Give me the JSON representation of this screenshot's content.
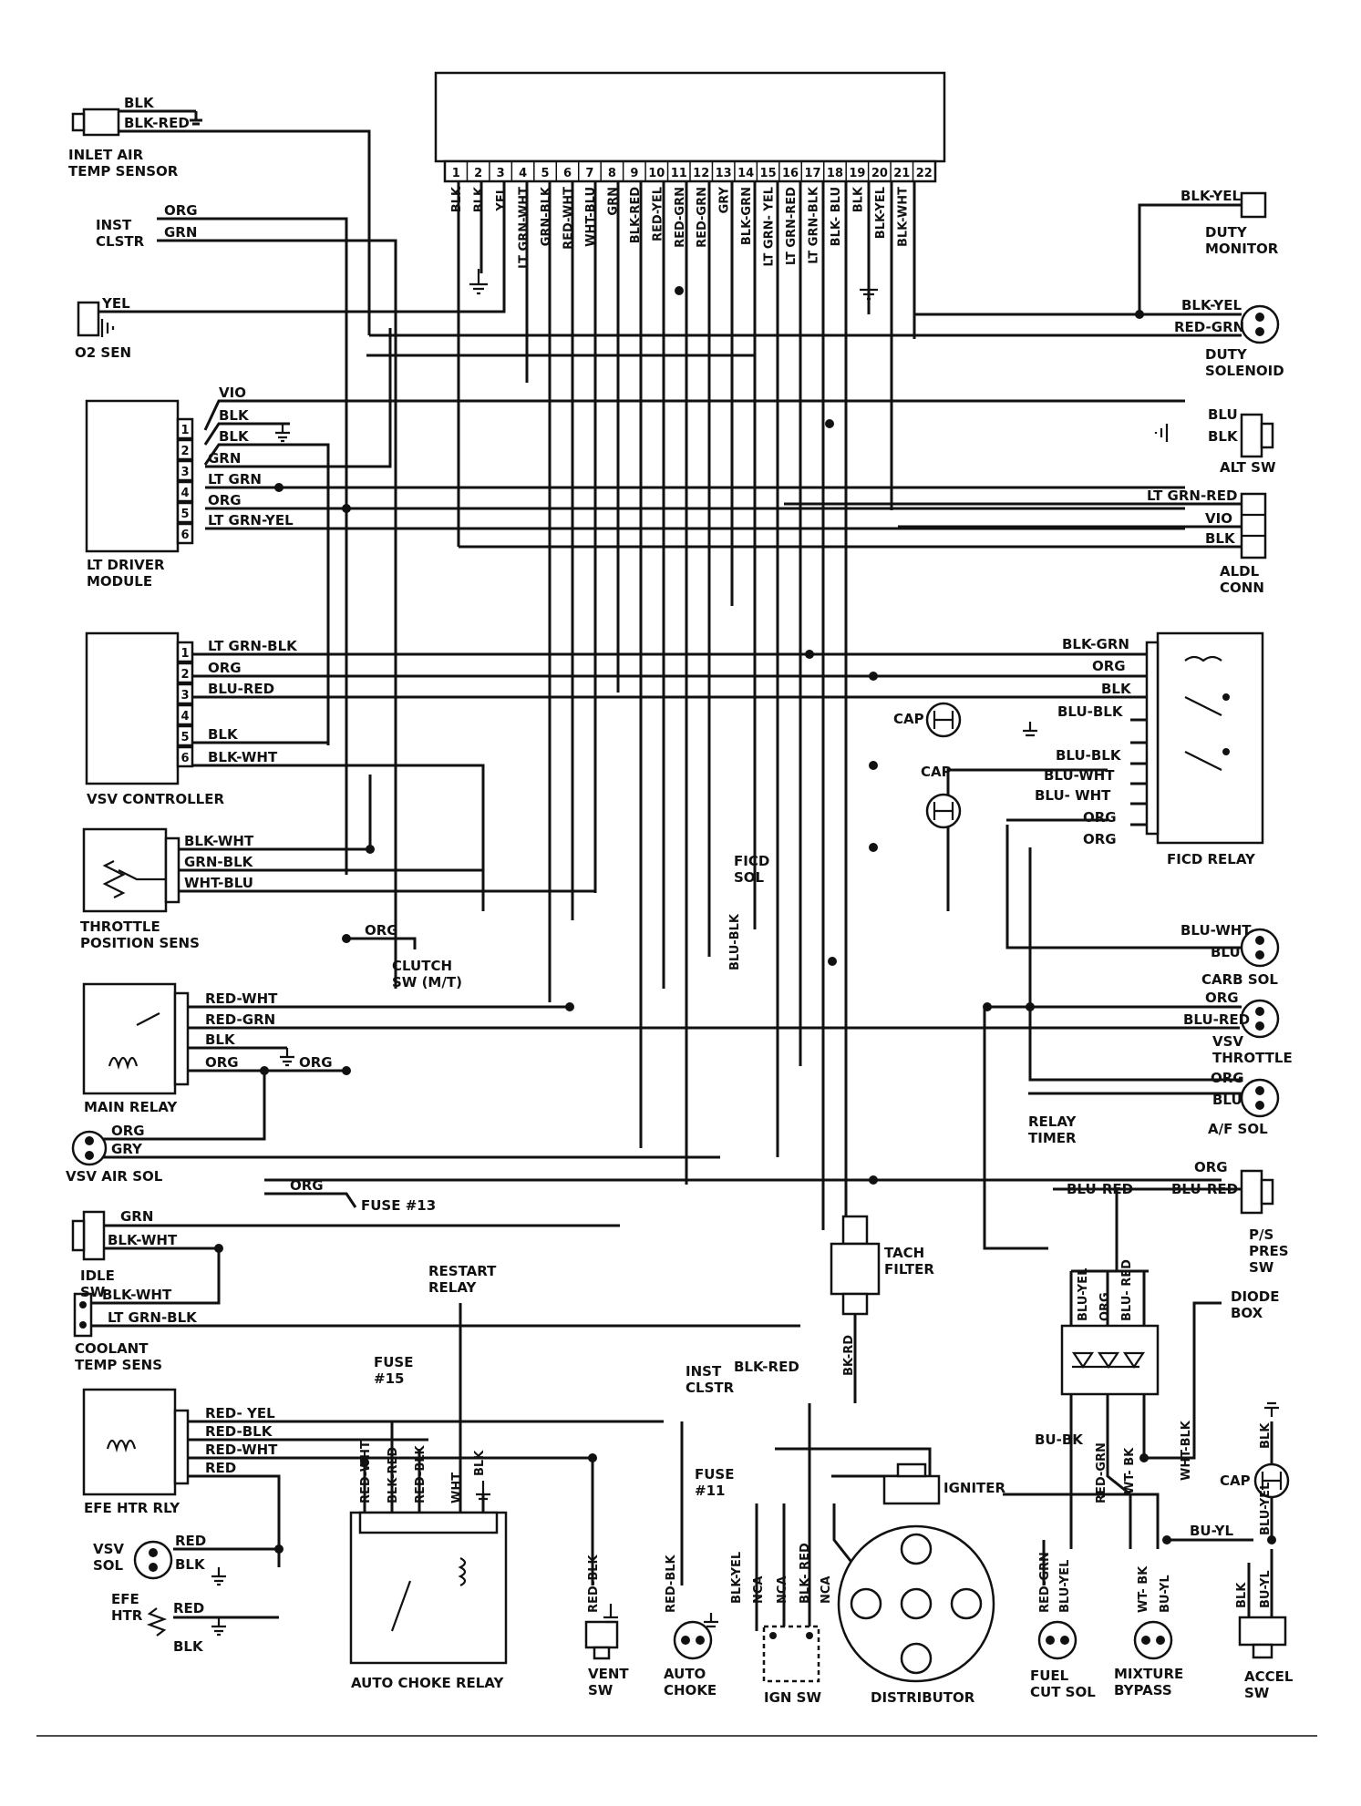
{
  "ecm": {
    "header_text": "",
    "pins": [
      "1",
      "2",
      "3",
      "4",
      "5",
      "6",
      "7",
      "8",
      "9",
      "10",
      "11",
      "12",
      "13",
      "14",
      "15",
      "16",
      "17",
      "18",
      "19",
      "20",
      "21",
      "22"
    ],
    "wires": [
      "BLK",
      "BLK",
      "YEL",
      "LT GRN-WHT",
      "GRN-BLK",
      "RED-WHT",
      "WHT-BLU",
      "GRN",
      "BLK-RED",
      "RED-YEL",
      "RED-GRN",
      "RED-GRN",
      "GRY",
      "BLK-GRN",
      "LT GRN- YEL",
      "LT GRN-RED",
      "LT GRN-BLK",
      "BLK- BLU",
      "BLK",
      "BLK-YEL",
      "BLK-WHT",
      ""
    ]
  },
  "components": {
    "inlet_air": {
      "name": "INLET AIR\nTEMP SENSOR",
      "wires": [
        "BLK",
        "BLK-RED"
      ]
    },
    "inst_clstr_top": {
      "name": "INST\nCLSTR",
      "wires": [
        "ORG",
        "GRN"
      ]
    },
    "o2_sen": {
      "name": "O2 SEN",
      "wire": "YEL"
    },
    "lt_driver": {
      "name": "LT DRIVER\nMODULE",
      "pins": [
        "1",
        "2",
        "3",
        "4",
        "5",
        "6"
      ],
      "wires": [
        "VIO",
        "BLK",
        "BLK",
        "GRN",
        "LT GRN",
        "ORG",
        "LT GRN-YEL"
      ]
    },
    "vsv_controller": {
      "name": "VSV CONTROLLER",
      "pins": [
        "1",
        "2",
        "3",
        "4",
        "5",
        "6"
      ],
      "wires": [
        "LT GRN-BLK",
        "ORG",
        "BLU-RED",
        "BLK",
        "BLK-WHT"
      ]
    },
    "throttle_pos": {
      "name": "THROTTLE\nPOSITION SENS",
      "wires": [
        "BLK-WHT",
        "GRN-BLK",
        "WHT-BLU"
      ]
    },
    "clutch_sw": {
      "name": "CLUTCH\nSW (M/T)",
      "wire": "ORG"
    },
    "main_relay": {
      "name": "MAIN RELAY",
      "wires": [
        "RED-WHT",
        "RED-GRN",
        "BLK",
        "ORG",
        "ORG"
      ]
    },
    "vsv_air_sol": {
      "name": "VSV AIR SOL",
      "wires": [
        "ORG",
        "GRY"
      ]
    },
    "fuse13": {
      "name": "FUSE #13",
      "wire": "ORG"
    },
    "idle_sw": {
      "name": "IDLE\nSW",
      "wires": [
        "GRN",
        "BLK-WHT"
      ]
    },
    "coolant": {
      "name": "COOLANT\nTEMP SENS",
      "wires": [
        "BLK-WHT",
        "LT GRN-BLK"
      ]
    },
    "efe_htr_rly": {
      "name": "EFE HTR RLY",
      "wires": [
        "RED- YEL",
        "RED-BLK",
        "RED-WHT",
        "RED"
      ]
    },
    "vsv_sol": {
      "name": "VSV\nSOL",
      "wires": [
        "RED",
        "BLK"
      ]
    },
    "efe_htr": {
      "name": "EFE\nHTR",
      "wires": [
        "RED",
        "BLK"
      ]
    },
    "restart_relay": {
      "name": "RESTART\nRELAY"
    },
    "fuse15": {
      "name": "FUSE\n#15"
    },
    "auto_choke_relay": {
      "name": "AUTO CHOKE RELAY",
      "wires": [
        "RED-WHT",
        "BLK-RED",
        "RED-BLK",
        "WHT",
        "BLK"
      ]
    },
    "vent_sw": {
      "name": "VENT\nSW",
      "wire": "RED-BLK"
    },
    "auto_choke": {
      "name": "AUTO\nCHOKE",
      "wire": "RED-BLK"
    },
    "fuse11": {
      "name": "FUSE\n#11"
    },
    "ign_sw": {
      "name": "IGN SW",
      "wires": [
        "BLK-YEL",
        "NCA",
        "NCA",
        "BLK- RED",
        "NCA"
      ]
    },
    "inst_clstr_bottom": {
      "name": "INST\nCLSTR",
      "wire": "BLK-RED"
    },
    "tach_filter": {
      "name": "TACH\nFILTER",
      "wire": "BK-RD"
    },
    "distributor": {
      "name": "DISTRIBUTOR"
    },
    "igniter": {
      "name": "IGNITER"
    },
    "ficd_sol": {
      "name": "FICD\nSOL",
      "wire": "BLU-BLK"
    },
    "duty_monitor": {
      "name": "DUTY\nMONITOR",
      "wire": "BLK-YEL"
    },
    "duty_solenoid": {
      "name": "DUTY\nSOLENOID",
      "wires": [
        "BLK-YEL",
        "RED-GRN"
      ]
    },
    "alt_sw": {
      "name": "ALT SW",
      "wires": [
        "BLU",
        "BLK"
      ]
    },
    "aldl": {
      "name": "ALDL\nCONN",
      "wires": [
        "LT GRN-RED",
        "VIO",
        "BLK"
      ]
    },
    "ficd_relay": {
      "name": "FICD RELAY",
      "wires": [
        "BLK-GRN",
        "ORG",
        "BLK",
        "BLU-BLK",
        "BLU-BLK",
        "BLU-WHT",
        "BLU- WHT",
        "ORG",
        "ORG"
      ],
      "caps": [
        "CAP",
        "CAP"
      ]
    },
    "carb_sol": {
      "name": "CARB SOL",
      "wires": [
        "BLU-WHT",
        "BLU"
      ]
    },
    "vsv_throttle": {
      "name": "VSV\nTHROTTLE",
      "wires": [
        "ORG",
        "BLU-RED"
      ]
    },
    "af_sol": {
      "name": "A/F SOL",
      "wires": [
        "ORG",
        "BLU"
      ]
    },
    "relay_timer": {
      "name": "RELAY\nTIMER"
    },
    "ps_pres_sw": {
      "name": "P/S\nPRES\nSW",
      "wires": [
        "ORG",
        "BLU-RED",
        "BLU-RED"
      ]
    },
    "diode_box": {
      "name": "DIODE\nBOX",
      "wires": [
        "BLU-YEL",
        "ORG",
        "BLU- RED",
        "BU-BK",
        "RED-GRN",
        "WT- BK",
        "WHT-BLK",
        "BU-YL"
      ]
    },
    "fuel_cut_sol": {
      "name": "FUEL\nCUT SOL",
      "wires": [
        "RED-GRN",
        "BLU-YEL"
      ]
    },
    "mixture_bypass": {
      "name": "MIXTURE\nBYPASS",
      "wires": [
        "WT- BK",
        "BU-YL"
      ]
    },
    "accel_sw": {
      "name": "ACCEL\nSW",
      "wires": [
        "BLK",
        "BLU-YEL",
        "BLK",
        "BU-YL"
      ],
      "cap": "CAP"
    }
  }
}
